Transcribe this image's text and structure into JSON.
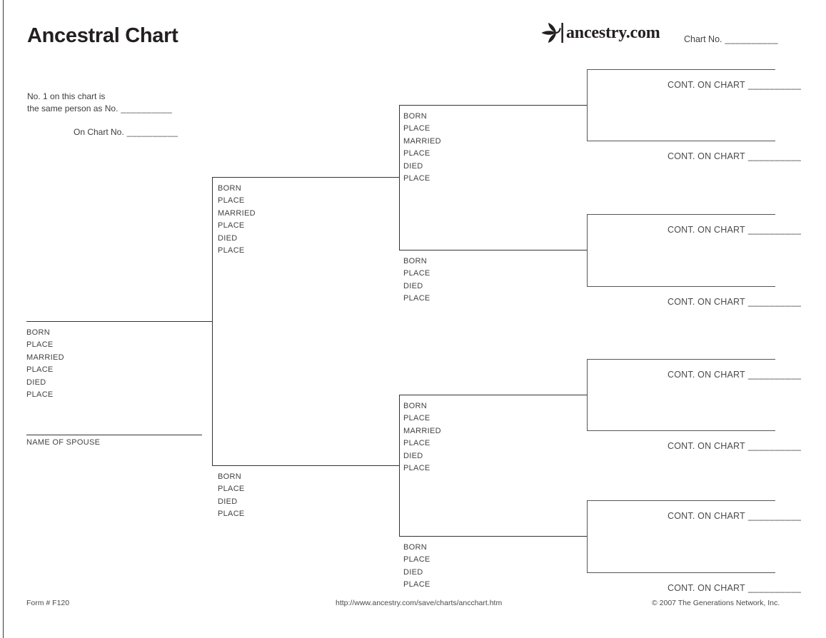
{
  "header": {
    "title": "Ancestral Chart",
    "logo_text": "ancestry.com",
    "chart_no_label": "Chart No.",
    "chart_no_blank": "__________"
  },
  "icons": {
    "logo_icon": "leaf-sprig-with-bar"
  },
  "note": {
    "line1": "No. 1 on this chart is",
    "line2": "the same person as No.",
    "line2_blank": "__________",
    "line3": "On Chart No.",
    "line3_blank": "__________"
  },
  "person_labels": {
    "born": "BORN",
    "place": "PLACE",
    "married": "MARRIED",
    "died": "DIED",
    "spouse": "NAME OF SPOUSE"
  },
  "cont": {
    "label": "CONT. ON CHART",
    "blank": "__________"
  },
  "footer": {
    "form_number": "Form # F120",
    "url": "http://www.ancestry.com/save/charts/ancchart.htm",
    "copyright": "© 2007 The Generations Network, Inc."
  }
}
